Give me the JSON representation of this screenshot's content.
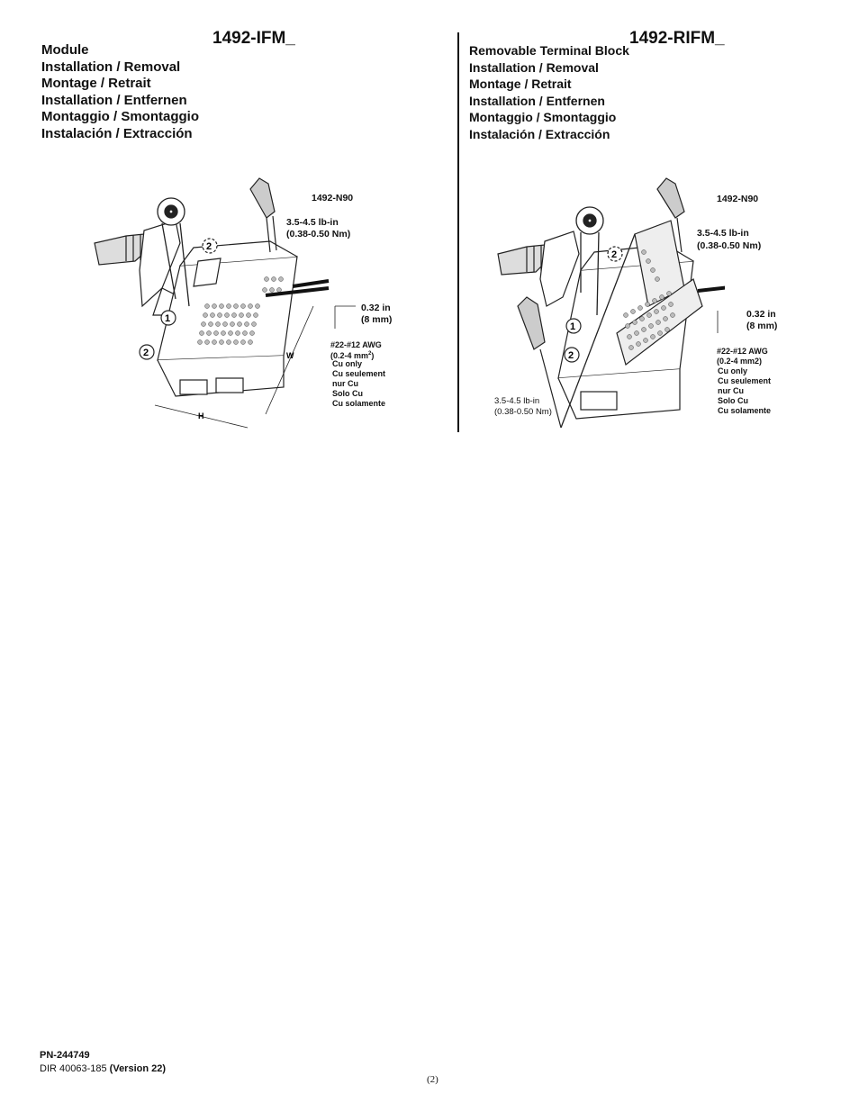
{
  "left": {
    "model": "1492-IFM_",
    "heading_lines": [
      "Module",
      "Installation / Removal",
      "Montage / Retrait",
      "Installation / Entfernen",
      "Montaggio / Smontaggio",
      "Instalación / Extracción"
    ],
    "diagram": {
      "tool_label": "1492-N90",
      "torque_line1": "3.5-4.5 lb-in",
      "torque_line2": "(0.38-0.50 Nm)",
      "strip_line1": "0.32 in",
      "strip_line2": "(8 mm)",
      "wire_gauge": "#22-#12 AWG",
      "wire_area_prefix": "(0.2-4 mm",
      "wire_area_sup": "2",
      "wire_area_suffix": ")",
      "copper": [
        "Cu only",
        "Cu seulement",
        "nur Cu",
        "Solo Cu",
        "Cu solamente"
      ],
      "dim_w": "W",
      "dim_h": "H",
      "step1": "1",
      "step2": "2",
      "step2_dashed": "2"
    }
  },
  "right": {
    "model": "1492-RIFM_",
    "heading_lines": [
      "Removable Terminal Block",
      "Installation / Removal",
      "Montage / Retrait",
      "Installation / Entfernen",
      "Montaggio / Smontaggio",
      "Instalación / Extracción"
    ],
    "diagram": {
      "tool_label": "1492-N90",
      "torque_line1": "3.5-4.5 lb-in",
      "torque_line2": "(0.38-0.50 Nm)",
      "torque_lower_line1": "3.5-4.5 lb-in",
      "torque_lower_line2": "(0.38-0.50 Nm)",
      "strip_line1": "0.32 in",
      "strip_line2": "(8 mm)",
      "wire_gauge": "#22-#12 AWG",
      "wire_area": "(0.2-4 mm2)",
      "copper": [
        "Cu only",
        "Cu seulement",
        "nur Cu",
        "Solo Cu",
        "Cu solamente"
      ],
      "step1": "1",
      "step2": "2",
      "step2_dashed": "2"
    }
  },
  "footer": {
    "part_number": "PN-244749",
    "dir_prefix": "DIR 40063-185 ",
    "version": "(Version 22)",
    "page": "(2)"
  }
}
